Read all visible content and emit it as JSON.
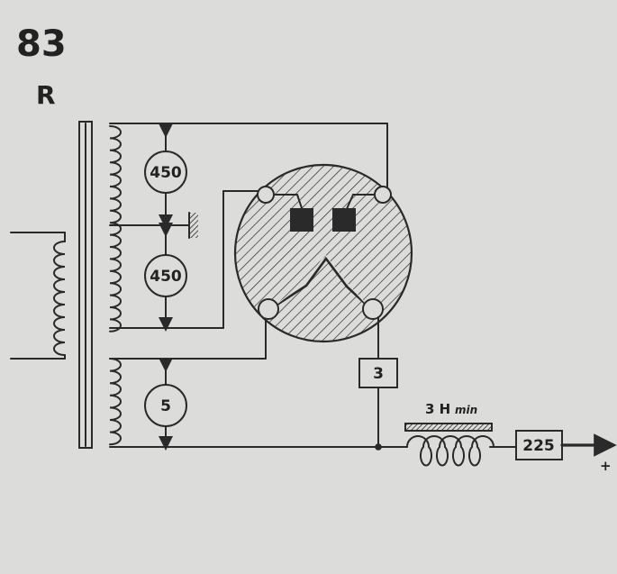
{
  "tube": {
    "number": "83",
    "variant": "R"
  },
  "values": {
    "voltage_upper": "450",
    "voltage_lower": "450",
    "voltage_filament": "5",
    "current_box": "3",
    "choke_label": "3 H",
    "choke_suffix": "min",
    "output_box": "225",
    "output_sign": "+"
  },
  "colors": {
    "ink": "#2a2a2a",
    "background": "#dcdcda"
  },
  "icons": {
    "transformer": "transformer-symbol",
    "rectifier_tube": "rectifier-tube-symbol",
    "choke": "iron-core-inductor-symbol",
    "ground": "ground-symbol",
    "arrow": "output-arrow"
  }
}
